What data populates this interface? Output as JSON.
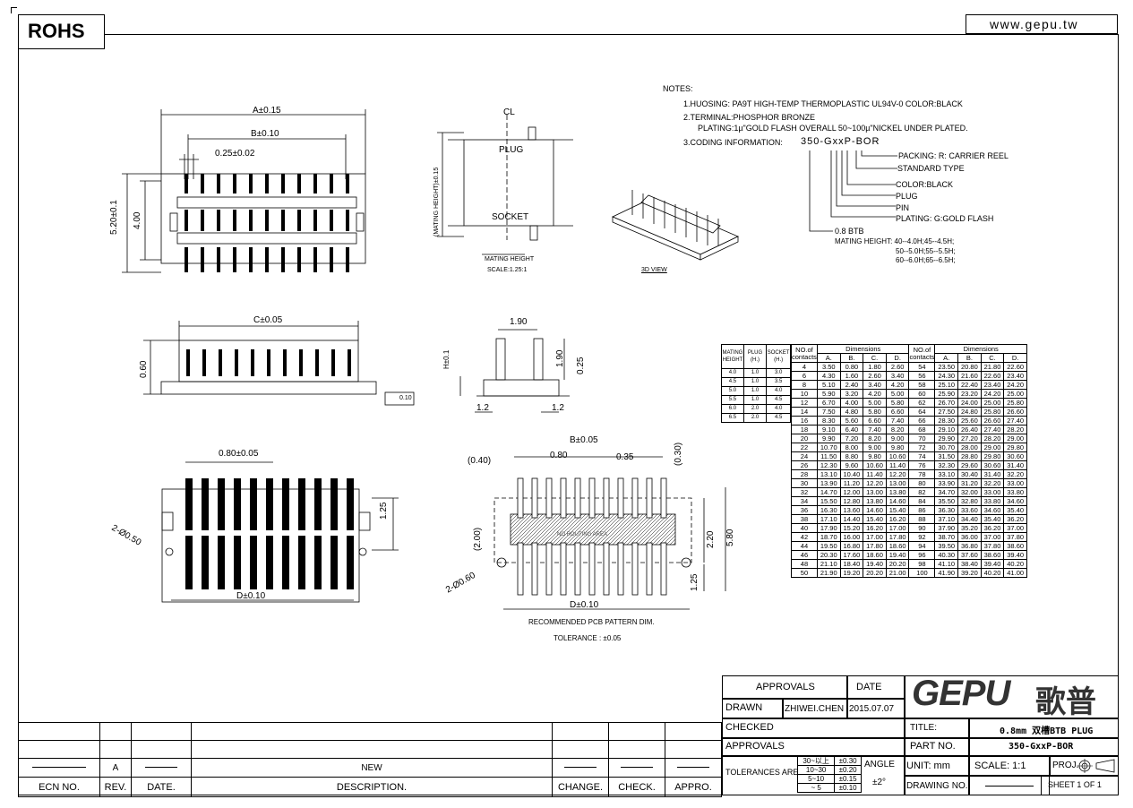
{
  "header": {
    "rohs": "ROHS",
    "website": "www.gepu.tw"
  },
  "notes": {
    "title": "NOTES:",
    "lines": [
      "1.HUOSING: PA9T HIGH-TEMP THERMOPLASTIC UL94V-0 COLOR:BLACK",
      "2.TERMINAL:PHOSPHOR BRONZE",
      "PLATING:1µ\"GOLD FLASH OVERALL 50~100µ\"NICKEL UNDER PLATED.",
      "3.CODING INFORMATION:"
    ],
    "code": "350-GxxP-BOR",
    "coding": [
      "PACKING: R: CARRIER REEL",
      "STANDARD TYPE",
      "COLOR:BLACK",
      "PLUG",
      "PIN",
      "PLATING: G:GOLD FLASH",
      "0.8  BTB"
    ],
    "mating_height": [
      "MATING HEIGHT: 40--4.0H;45--4.5H;",
      "50--5.0H;55--5.5H;",
      "60--6.0H;65--6.5H;"
    ]
  },
  "drawing_labels": {
    "a": "A±0.15",
    "b": "B±0.10",
    "pitch": "0.25±0.02",
    "h1": "5.20±0.1",
    "h2": "4.00",
    "cl": "CL",
    "plug": "PLUG",
    "socket": "SOCKET",
    "mating": "(MATING HEIGHT)±0.15",
    "mating_note": "MATING HEIGHT",
    "scale_note": "SCALE:1.25:1",
    "view3d": "3D VIEW",
    "c": "C±0.05",
    "h060": "0.60",
    "d010": "0.10",
    "w190": "1.90",
    "h190": "1.90",
    "h025": "0.25",
    "h01": "H±0.1",
    "w12a": "1.2",
    "w12b": "1.2",
    "pitch08": "0.80±0.05",
    "h125": "1.25",
    "hole": "2-Ø0.50",
    "d": "D±0.10",
    "pb": "B±0.05",
    "p040": "(0.40)",
    "p080": "0.80",
    "p035": "0.35",
    "p030": "(0.30)",
    "p200": "(2.00)",
    "p220": "2.20",
    "p580": "5.80",
    "p125": "1.25",
    "phole": "2-Ø0.60",
    "pd": "D±0.10",
    "pcb_title": "RECOMMENDED PCB PATTERN DIM.",
    "tolerance": "TOLERANCE : ±0.05",
    "keepout": "NO ROUTING AREA"
  },
  "mating_table": {
    "headers": [
      "MATING HEIGHT",
      "PLUG (H.)",
      "SOCKET (H.)"
    ],
    "rows": [
      [
        "4.0",
        "1.0",
        "3.0"
      ],
      [
        "4.5",
        "1.0",
        "3.5"
      ],
      [
        "5.0",
        "1.0",
        "4.0"
      ],
      [
        "5.5",
        "1.0",
        "4.5"
      ],
      [
        "6.0",
        "2.0",
        "4.0"
      ],
      [
        "6.5",
        "2.0",
        "4.5"
      ]
    ]
  },
  "dim_table": {
    "no_header": "NO.of contacts",
    "dim_header": "Dimensions",
    "cols": [
      "A.",
      "B.",
      "C.",
      "D."
    ],
    "left": [
      [
        "4",
        "3.50",
        "0.80",
        "1.80",
        "2.60"
      ],
      [
        "6",
        "4.30",
        "1.60",
        "2.60",
        "3.40"
      ],
      [
        "8",
        "5.10",
        "2.40",
        "3.40",
        "4.20"
      ],
      [
        "10",
        "5.90",
        "3.20",
        "4.20",
        "5.00"
      ],
      [
        "12",
        "6.70",
        "4.00",
        "5.00",
        "5.80"
      ],
      [
        "14",
        "7.50",
        "4.80",
        "5.80",
        "6.60"
      ],
      [
        "16",
        "8.30",
        "5.60",
        "6.60",
        "7.40"
      ],
      [
        "18",
        "9.10",
        "6.40",
        "7.40",
        "8.20"
      ],
      [
        "20",
        "9.90",
        "7.20",
        "8.20",
        "9.00"
      ],
      [
        "22",
        "10.70",
        "8.00",
        "9.00",
        "9.80"
      ],
      [
        "24",
        "11.50",
        "8.80",
        "9.80",
        "10.60"
      ],
      [
        "26",
        "12.30",
        "9.60",
        "10.60",
        "11.40"
      ],
      [
        "28",
        "13.10",
        "10.40",
        "11.40",
        "12.20"
      ],
      [
        "30",
        "13.90",
        "11.20",
        "12.20",
        "13.00"
      ],
      [
        "32",
        "14.70",
        "12.00",
        "13.00",
        "13.80"
      ],
      [
        "34",
        "15.50",
        "12.80",
        "13.80",
        "14.60"
      ],
      [
        "36",
        "16.30",
        "13.60",
        "14.60",
        "15.40"
      ],
      [
        "38",
        "17.10",
        "14.40",
        "15.40",
        "16.20"
      ],
      [
        "40",
        "17.90",
        "15.20",
        "16.20",
        "17.00"
      ],
      [
        "42",
        "18.70",
        "16.00",
        "17.00",
        "17.80"
      ],
      [
        "44",
        "19.50",
        "16.80",
        "17.80",
        "18.60"
      ],
      [
        "46",
        "20.30",
        "17.60",
        "18.60",
        "19.40"
      ],
      [
        "48",
        "21.10",
        "18.40",
        "19.40",
        "20.20"
      ],
      [
        "50",
        "21.90",
        "19.20",
        "20.20",
        "21.00"
      ]
    ],
    "right": [
      [
        "54",
        "23.50",
        "20.80",
        "21.80",
        "22.60"
      ],
      [
        "56",
        "24.30",
        "21.60",
        "22.60",
        "23.40"
      ],
      [
        "58",
        "25.10",
        "22.40",
        "23.40",
        "24.20"
      ],
      [
        "60",
        "25.90",
        "23.20",
        "24.20",
        "25.00"
      ],
      [
        "62",
        "26.70",
        "24.00",
        "25.00",
        "25.80"
      ],
      [
        "64",
        "27.50",
        "24.80",
        "25.80",
        "26.60"
      ],
      [
        "66",
        "28.30",
        "25.60",
        "26.60",
        "27.40"
      ],
      [
        "68",
        "29.10",
        "26.40",
        "27.40",
        "28.20"
      ],
      [
        "70",
        "29.90",
        "27.20",
        "28.20",
        "29.00"
      ],
      [
        "72",
        "30.70",
        "28.00",
        "29.00",
        "29.80"
      ],
      [
        "74",
        "31.50",
        "28.80",
        "29.80",
        "30.60"
      ],
      [
        "76",
        "32.30",
        "29.60",
        "30.60",
        "31.40"
      ],
      [
        "78",
        "33.10",
        "30.40",
        "31.40",
        "32.20"
      ],
      [
        "80",
        "33.90",
        "31.20",
        "32.20",
        "33.00"
      ],
      [
        "82",
        "34.70",
        "32.00",
        "33.00",
        "33.80"
      ],
      [
        "84",
        "35.50",
        "32.80",
        "33.80",
        "34.60"
      ],
      [
        "86",
        "36.30",
        "33.60",
        "34.60",
        "35.40"
      ],
      [
        "88",
        "37.10",
        "34.40",
        "35.40",
        "36.20"
      ],
      [
        "90",
        "37.90",
        "35.20",
        "36.20",
        "37.00"
      ],
      [
        "92",
        "38.70",
        "36.00",
        "37.00",
        "37.80"
      ],
      [
        "94",
        "39.50",
        "36.80",
        "37.80",
        "38.60"
      ],
      [
        "96",
        "40.30",
        "37.60",
        "38.60",
        "39.40"
      ],
      [
        "98",
        "41.10",
        "38.40",
        "39.40",
        "40.20"
      ],
      [
        "100",
        "41.90",
        "39.20",
        "40.20",
        "41.00"
      ]
    ]
  },
  "revision_block": {
    "rev": "A",
    "description": "NEW",
    "headers": [
      "ECN NO.",
      "REV.",
      "DATE.",
      "DESCRIPTION.",
      "CHANGE.",
      "CHECK.",
      "APPRO."
    ]
  },
  "title_block": {
    "approvals": "APPROVALS",
    "date": "DATE",
    "drawn": "DRAWN",
    "drawn_by": "ZHIWEI.CHEN",
    "drawn_date": "2015.07.07",
    "checked": "CHECKED",
    "approvals2": "APPROVALS",
    "tolerances": "TOLERANCES ARE",
    "tol_rows": [
      [
        "30~以上",
        "±0.30"
      ],
      [
        "10~30",
        "±0.20"
      ],
      [
        "5~10",
        "±0.15"
      ],
      [
        "~ 5",
        "±0.10"
      ]
    ],
    "angle": "ANGLE",
    "angle_tol": "±2°",
    "logo": "GEPU",
    "logo_cn": "歌普",
    "title_label": "TITLE:",
    "title": "0.8mm 双槽BTB PLUG",
    "part_label": "PART NO.",
    "part": "350-GxxP-BOR",
    "unit": "UNIT:  mm",
    "scale": "SCALE:   1:1",
    "proj": "PROJ.",
    "drawing_no": "DRAWING NO.",
    "sheet": "SHEET   1  OF  1"
  }
}
